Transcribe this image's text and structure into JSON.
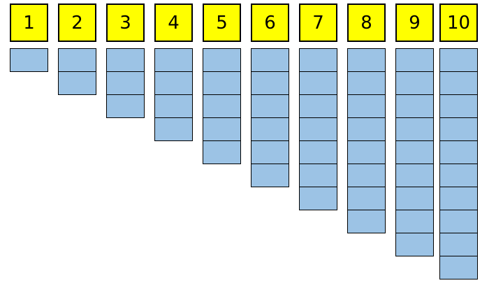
{
  "columns": [
    {
      "label": "1",
      "count": 1
    },
    {
      "label": "2",
      "count": 2
    },
    {
      "label": "3",
      "count": 3
    },
    {
      "label": "4",
      "count": 4
    },
    {
      "label": "5",
      "count": 5
    },
    {
      "label": "6",
      "count": 6
    },
    {
      "label": "7",
      "count": 7
    },
    {
      "label": "8",
      "count": 8
    },
    {
      "label": "9",
      "count": 9
    },
    {
      "label": "10",
      "count": 10
    }
  ],
  "colors": {
    "header_fill": "#ffff00",
    "block_fill": "#9cc3e5",
    "outline": "#000000"
  }
}
